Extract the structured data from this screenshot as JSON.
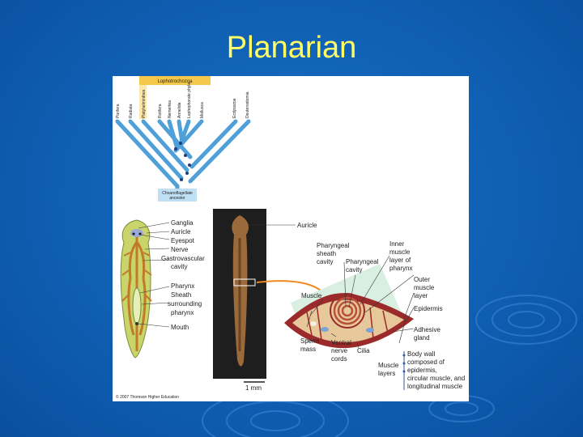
{
  "slide": {
    "title": "Planarian"
  },
  "phylogeny": {
    "clade_label": "Lophotrochozoa",
    "taxa": [
      "Porifera",
      "Radiata",
      "Platyhelminthes",
      "Rotifera",
      "Nemertea",
      "Annelida",
      "Lophophorate phyla",
      "Mollusca",
      "Ecdysozoa",
      "Deuterostomia"
    ],
    "ancestor": [
      "Choanoflagellate",
      "ancestor"
    ]
  },
  "whole_body_labels": [
    "Ganglia",
    "Auricle",
    "Eyespot",
    "Nerve",
    "Gastrovascular",
    "cavity",
    "Pharynx",
    "Sheath",
    "surrounding",
    "pharynx",
    "Mouth"
  ],
  "photo": {
    "label": "Auricle",
    "scale": "1 mm"
  },
  "cross_section_labels": {
    "pharyngeal_sheath": [
      "Pharyngeal",
      "sheath",
      "cavity"
    ],
    "pharyngeal_cavity": [
      "Pharyngeal",
      "cavity"
    ],
    "inner_muscle": [
      "Inner",
      "muscle",
      "layer of",
      "pharynx"
    ],
    "outer_muscle": [
      "Outer",
      "muscle",
      "layer"
    ],
    "muscle": "Muscle",
    "epidermis": "Epidermis",
    "adhesive": [
      "Adhesive",
      "gland"
    ],
    "sperm": [
      "Sperm",
      "mass"
    ],
    "ventral": [
      "Ventral",
      "nerve",
      "cords"
    ],
    "cilia": "Cilia",
    "muscle_layers": [
      "Muscle",
      "layers"
    ],
    "body_wall": [
      "Body wall",
      "composed of",
      "epidermis,",
      "circular muscle, and",
      "longitudinal muscle"
    ]
  },
  "copyright": "© 2007 Thomson Higher Education",
  "colors": {
    "title": "#ffff66",
    "background": "#0f5fb3",
    "branch": "#4f9fd8"
  }
}
